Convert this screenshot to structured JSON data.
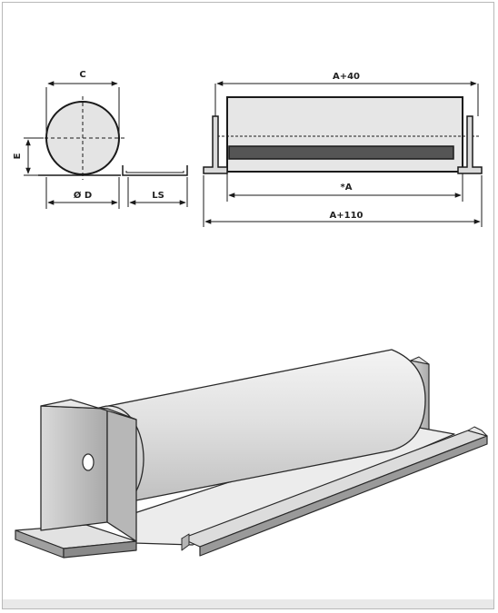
{
  "labels": {
    "c": "C",
    "e": "E",
    "diameter": "Ø D",
    "ls": "LS",
    "a_plus_40": "A+40",
    "a_star": "*A",
    "a_plus_110": "A+110"
  },
  "colors": {
    "line": "#1a1a1a",
    "roller_fill": "#e4e4e4",
    "bar_fill": "#555555",
    "steel_light": "#d6d6d6",
    "steel_dark": "#8c8c8c"
  }
}
